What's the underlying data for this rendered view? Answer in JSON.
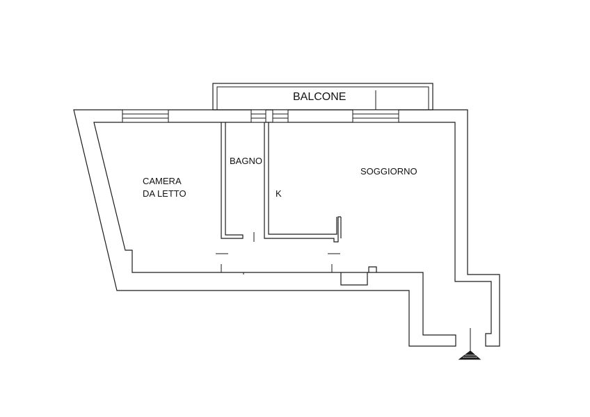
{
  "floorplan": {
    "rooms": {
      "balcone": "BALCONE",
      "camera_line1": "CAMERA",
      "camera_line2": "DA LETTO",
      "bagno": "BAGNO",
      "soggiorno": "SOGGIORNO",
      "kitchen_mark": "K"
    },
    "icons": {
      "entrance": "entrance-arrow-icon"
    }
  }
}
